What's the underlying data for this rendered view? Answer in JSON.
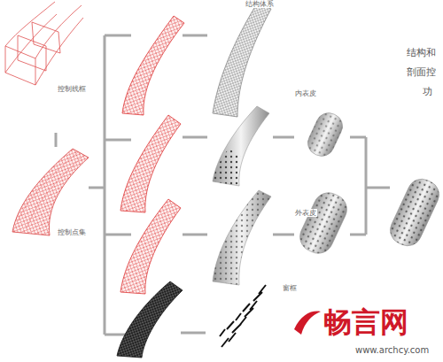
{
  "diagram": {
    "labels": [
      "结构体系",
      "控制线框",
      "内表皮",
      "外表皮",
      "控制点集",
      "窗框",
      "结构和",
      "剖面控",
      "功",
      "畅言网",
      "www.archcy.com"
    ]
  }
}
